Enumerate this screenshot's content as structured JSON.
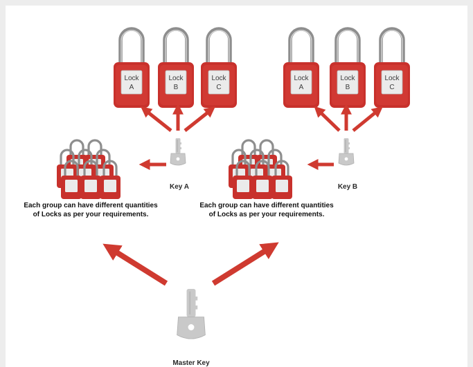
{
  "groups": [
    {
      "key_label": "Key A",
      "locks": [
        {
          "top": "Lock",
          "bottom": "A"
        },
        {
          "top": "Lock",
          "bottom": "B"
        },
        {
          "top": "Lock",
          "bottom": "C"
        }
      ],
      "caption": "Each group can have different quantities of Locks as per your requirements."
    },
    {
      "key_label": "Key B",
      "locks": [
        {
          "top": "Lock",
          "bottom": "A"
        },
        {
          "top": "Lock",
          "bottom": "B"
        },
        {
          "top": "Lock",
          "bottom": "C"
        }
      ],
      "caption": "Each group can have different quantities of Locks as per your requirements."
    }
  ],
  "master_key_label": "Master Key",
  "colors": {
    "lock_body": "#c8312c",
    "shackle": "#8e8e8e",
    "label_plate": "#ebebeb",
    "arrow": "#cf3a30",
    "key": "#c9c9c9"
  },
  "icons": {
    "lock": "padlock-icon",
    "key": "key-icon",
    "group": "padlock-group-icon",
    "arrow": "arrow"
  }
}
